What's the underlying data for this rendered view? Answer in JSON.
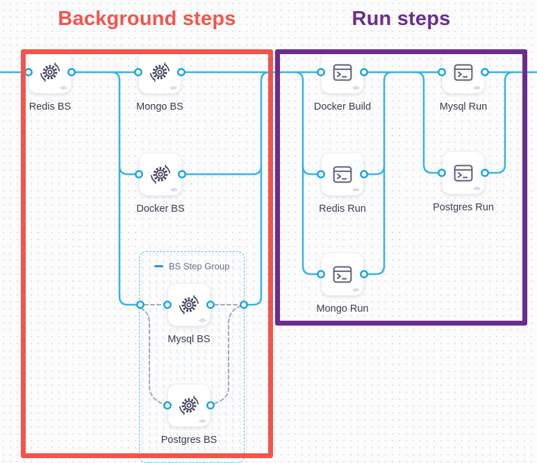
{
  "titles": {
    "background": "Background steps",
    "run": "Run steps"
  },
  "colors": {
    "background_accent": "#F4544A",
    "run_accent": "#6C2B8E",
    "edge_blue": "#33B3EC",
    "port_stroke": "#0EA2E7",
    "dashed_gray": "#A6A7B5",
    "group_border_blue": "#55BFEE"
  },
  "group": {
    "label": "BS Step Group",
    "collapse_icon": "minus-icon"
  },
  "card": {
    "code_glyph": "</>"
  },
  "icons": {
    "background_step": "sync-gear-icon",
    "run_step": "terminal-icon"
  },
  "nodes": {
    "redis_bs": {
      "label": "Redis BS"
    },
    "mongo_bs": {
      "label": "Mongo BS"
    },
    "docker_bs": {
      "label": "Docker BS"
    },
    "mysql_bs": {
      "label": "Mysql BS"
    },
    "postgres_bs": {
      "label": "Postgres BS"
    },
    "docker_build": {
      "label": "Docker Build"
    },
    "redis_run": {
      "label": "Redis Run"
    },
    "mongo_run": {
      "label": "Mongo Run"
    },
    "mysql_run": {
      "label": "Mysql Run"
    },
    "postgres_run": {
      "label": "Postgres Run"
    }
  }
}
